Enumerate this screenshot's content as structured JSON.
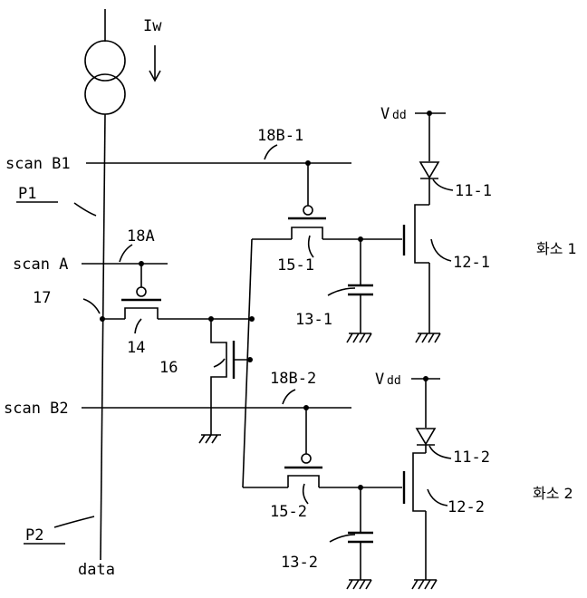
{
  "diagram": {
    "current_label": "Iw",
    "scan_b1": "scan B1",
    "scan_a": "scan A",
    "scan_b2": "scan B2",
    "pixel_p1": "P1",
    "pixel_p2": "P2",
    "data_label": "data",
    "node_17": "17",
    "tft_14": "14",
    "tft_16": "16",
    "line_18a": "18A",
    "line_18b1": "18B-1",
    "line_18b2": "18B-2",
    "tft_15_1": "15-1",
    "tft_15_2": "15-2",
    "cap_13_1": "13-1",
    "cap_13_2": "13-2",
    "drive_12_1": "12-1",
    "drive_12_2": "12-2",
    "led_11_1": "11-1",
    "led_11_2": "11-2",
    "vdd_1_main": "V",
    "vdd_1_sub": "dd",
    "vdd_2_main": "V",
    "vdd_2_sub": "dd",
    "pixel1_kor": "화소 1",
    "pixel2_kor": "화소 2"
  }
}
